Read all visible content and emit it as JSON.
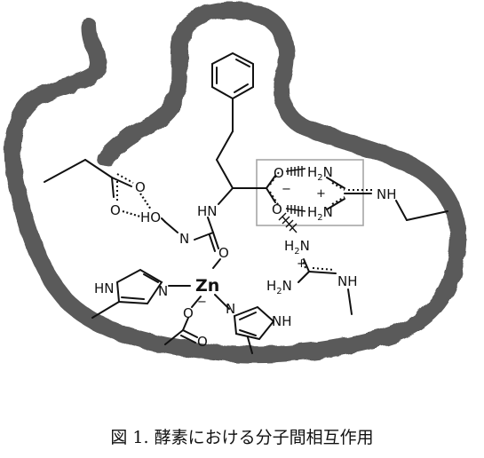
{
  "caption": "図 1. 酵素における分子間相互作用",
  "colors": {
    "pocket_edge": "#5a5a5a",
    "highlight_box": "#a6a6a6",
    "ink": "#111111",
    "background": "#ffffff"
  },
  "labels": {
    "glu_o_top": "O",
    "glu_o_bottom": "O",
    "ho": "HO",
    "n_hydroxamate": "N",
    "hn_amide": "HN",
    "carbonyl_o": "O",
    "zn": "Zn",
    "his1_hn": "HN",
    "his1_n": "N",
    "his2_n": "N",
    "his2_nh": "NH",
    "asp_o": "O",
    "asp_minus": "−",
    "asp_o2": "O",
    "carboxylate_o_top": "O",
    "carboxylate_minus": "−",
    "carboxylate_o_bottom": "O",
    "arg1_h2n_top": "H2N",
    "arg1_plus": "+",
    "arg1_h2n_bottom": "H2N",
    "arg1_nh": "NH",
    "arg2_h2n_top": "H2N",
    "arg2_plus": "+",
    "arg2_h2n_bottom": "H2N",
    "arg2_nh": "NH"
  }
}
